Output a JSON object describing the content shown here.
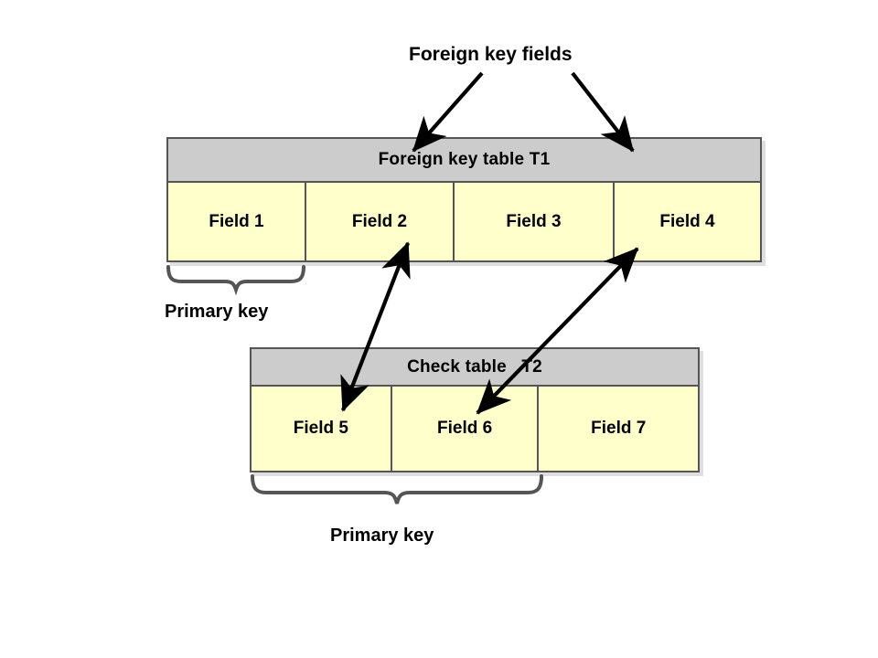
{
  "diagram": {
    "title_label": "Foreign key fields",
    "background_color": "#ffffff",
    "header_color": "#cccccc",
    "cell_color": "#ffffcc",
    "border_color": "#555555",
    "arrow_color": "#000000",
    "brace_color": "#555555"
  },
  "foreign_key_table": {
    "header": "Foreign key table T1",
    "fields": [
      {
        "label": "Field 1"
      },
      {
        "label": "Field 2"
      },
      {
        "label": "Field 3"
      },
      {
        "label": "Field 4"
      }
    ],
    "primary_key_label": "Primary key",
    "primary_key_fields": [
      "Field 1"
    ]
  },
  "check_table": {
    "header": "Check table   T2",
    "fields": [
      {
        "label": "Field 5"
      },
      {
        "label": "Field 6"
      },
      {
        "label": "Field 7"
      }
    ],
    "primary_key_label": "Primary key",
    "primary_key_fields": [
      "Field 5",
      "Field 6"
    ]
  },
  "connectors": [
    {
      "name": "foreign-key-fields-pointer-left",
      "from": "Foreign key fields",
      "to": "Foreign key table T1",
      "style": "single-arrow"
    },
    {
      "name": "foreign-key-fields-pointer-right",
      "from": "Foreign key fields",
      "to": "Foreign key table T1",
      "style": "single-arrow"
    },
    {
      "name": "field2-to-field5-link",
      "from": "Field 2",
      "to": "Field 5",
      "style": "double-arrow"
    },
    {
      "name": "field4-to-field6-link",
      "from": "Field 4",
      "to": "Field 6",
      "style": "double-arrow"
    }
  ]
}
